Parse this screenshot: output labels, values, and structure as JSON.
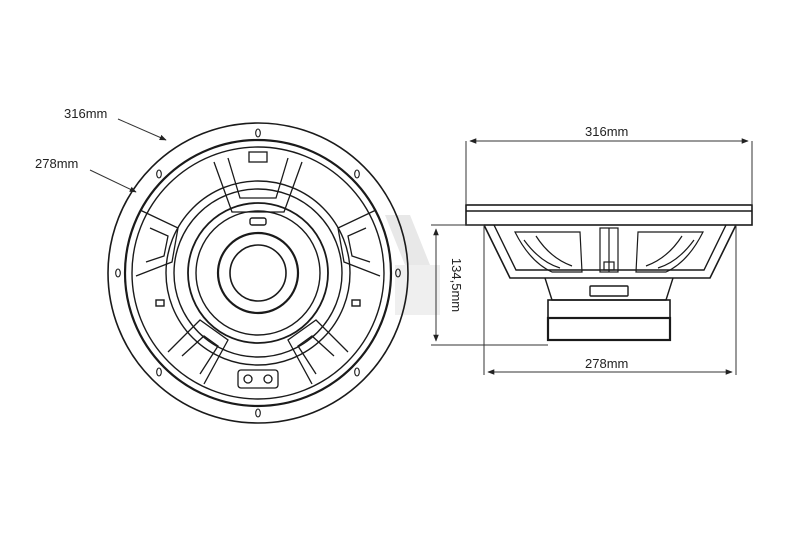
{
  "labels": {
    "front_outer_diameter": "316mm",
    "front_basket_diameter": "278mm",
    "side_outer_diameter": "316mm",
    "side_basket_diameter": "278mm",
    "side_depth": "134,5mm"
  },
  "colors": {
    "line": "#1a1a1a",
    "dimension_line": "#333333",
    "watermark": "#e6e6e6",
    "background": "#ffffff"
  },
  "icons": [
    "dimension-arrow-icon",
    "mounting-hole-icon",
    "terminal-icon"
  ]
}
